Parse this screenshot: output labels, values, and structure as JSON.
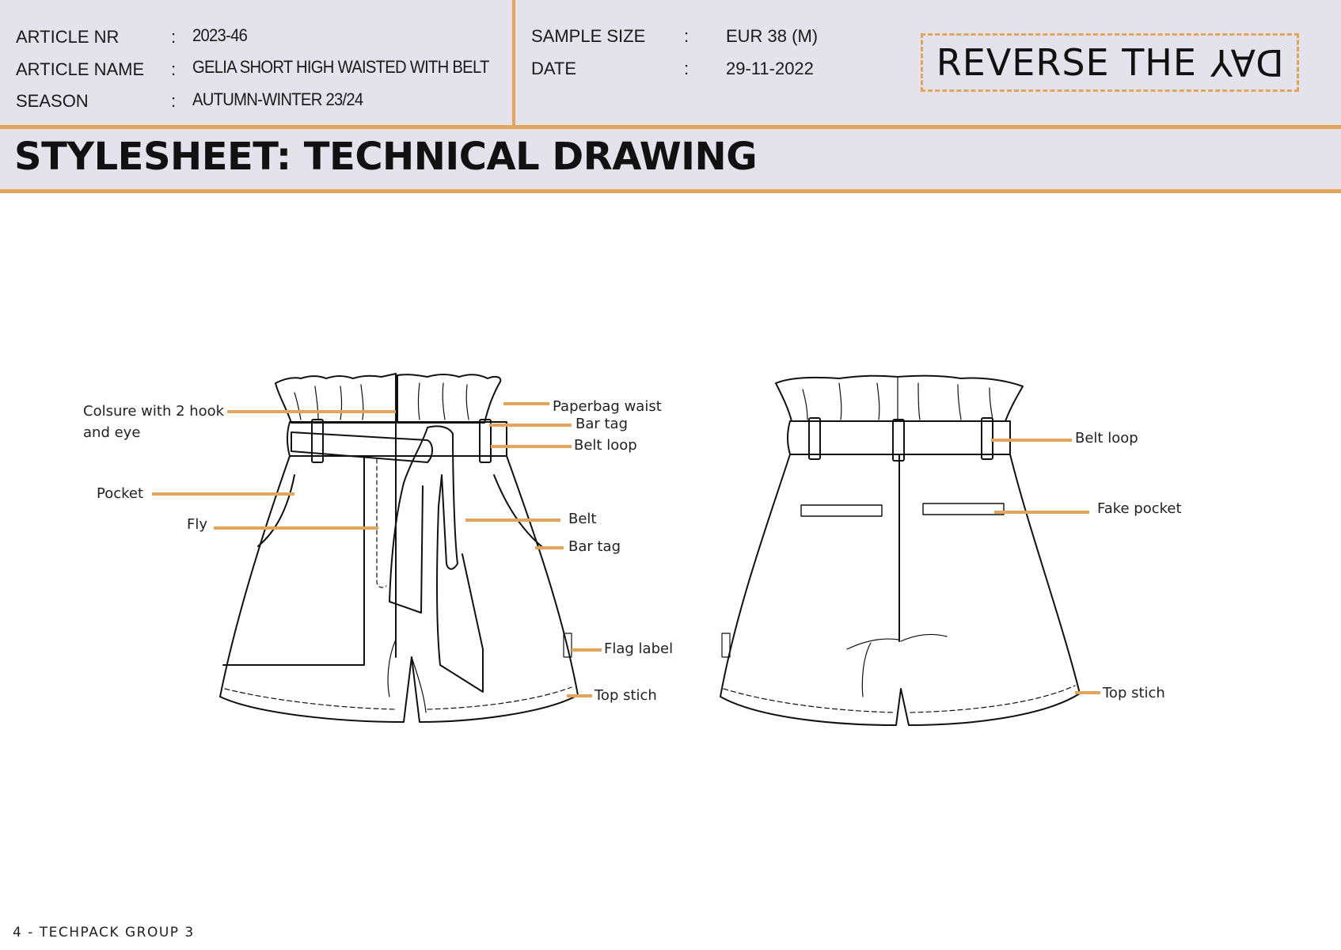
{
  "header": {
    "article_nr_label": "ARTICLE NR",
    "article_nr": "2023-46",
    "article_name_label": "ARTICLE NAME",
    "article_name": "GELIA SHORT HIGH WAISTED WITH BELT",
    "season_label": "SEASON",
    "season": "AUTUMN-WINTER 23/24",
    "sample_size_label": "SAMPLE SIZE",
    "sample_size": "EUR 38 (M)",
    "date_label": "DATE",
    "date": "29-11-2022",
    "colon": ":"
  },
  "logo": {
    "text_main": "REVERSE THE ",
    "text_flipped": "DAY"
  },
  "title": "STYLESHEET: TECHNICAL DRAWING",
  "callouts_front": {
    "closure": "Colsure with 2 hook",
    "closure_2": "and eye",
    "pocket": "Pocket",
    "fly": "Fly",
    "paperbag": "Paperbag waist",
    "bar_tag_top": "Bar tag",
    "belt_loop": "Belt loop",
    "belt": "Belt",
    "bar_tag_side": "Bar tag",
    "flag_label": "Flag label",
    "top_stitch": "Top stich"
  },
  "callouts_back": {
    "belt_loop": "Belt loop",
    "fake_pocket": "Fake pocket",
    "top_stitch": "Top stich"
  },
  "footer": "4 - TECHPACK GROUP 3",
  "colors": {
    "accent": "#e3a45c",
    "header_bg": "#e4e2ea"
  }
}
